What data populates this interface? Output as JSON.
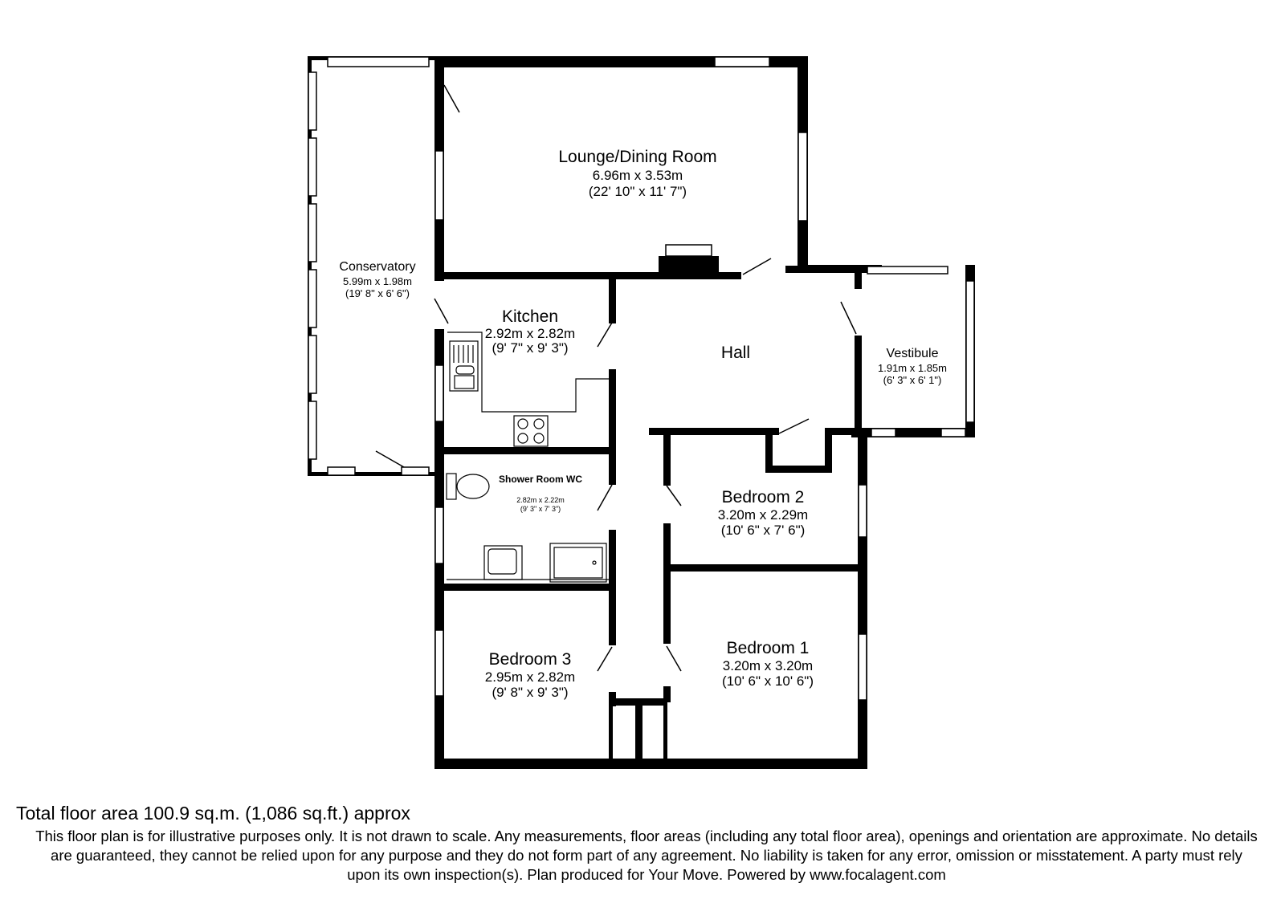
{
  "rooms": {
    "lounge": {
      "name": "Lounge/Dining Room",
      "metric": "6.96m x 3.53m",
      "imperial": "(22' 10\" x 11' 7\")"
    },
    "conservatory": {
      "name": "Conservatory",
      "metric": "5.99m x 1.98m",
      "imperial": "(19' 8\" x 6' 6\")"
    },
    "kitchen": {
      "name": "Kitchen",
      "metric": "2.92m x 2.82m",
      "imperial": "(9' 7\" x 9' 3\")"
    },
    "hall": {
      "name": "Hall"
    },
    "vestibule": {
      "name": "Vestibule",
      "metric": "1.91m x 1.85m",
      "imperial": "(6' 3\" x 6' 1\")"
    },
    "shower_room": {
      "name": "Shower Room WC",
      "metric": "2.82m x 2.22m",
      "imperial": "(9' 3\" x 7' 3\")"
    },
    "bedroom2": {
      "name": "Bedroom 2",
      "metric": "3.20m x 2.29m",
      "imperial": "(10' 6\" x 7' 6\")"
    },
    "bedroom3": {
      "name": "Bedroom 3",
      "metric": "2.95m x 2.82m",
      "imperial": "(9' 8\" x 9' 3\")"
    },
    "bedroom1": {
      "name": "Bedroom 1",
      "metric": "3.20m x 3.20m",
      "imperial": "(10' 6\" x 10' 6\")"
    }
  },
  "total_area": "Total floor area 100.9 sq.m. (1,086 sq.ft.) approx",
  "disclaimer": "This floor plan is for illustrative purposes only. It is not drawn to scale. Any measurements, floor areas (including any total floor area), openings and orientation are approximate. No details are guaranteed, they cannot be relied upon for any purpose and they do not form part of any agreement. No liability is taken for any error, omission or misstatement. A party must rely upon its own inspection(s). Plan produced for Your Move. Powered by www.focalagent.com"
}
